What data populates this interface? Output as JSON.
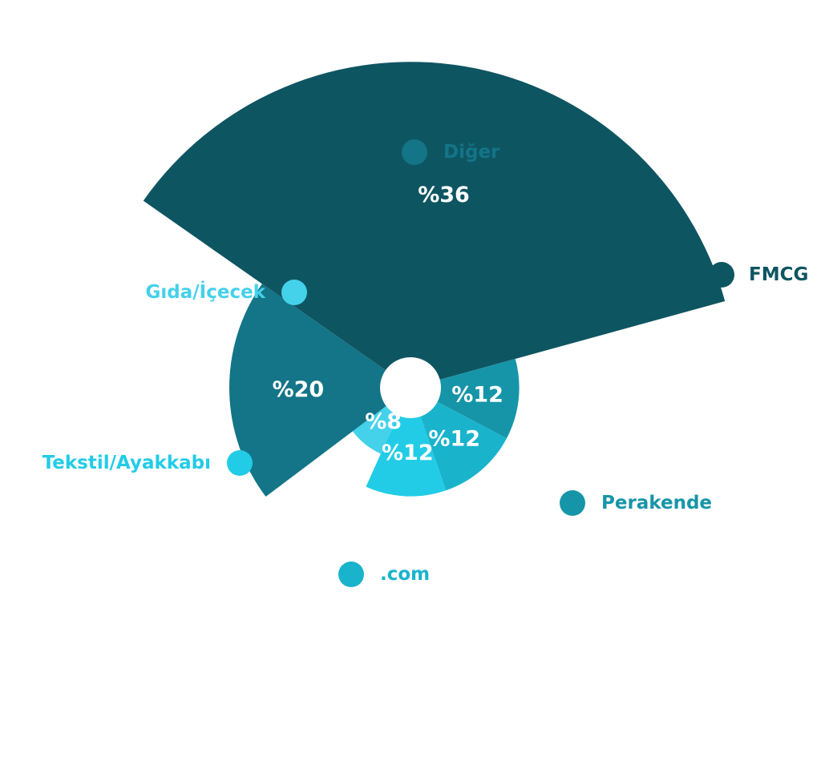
{
  "chart_data": {
    "type": "pie",
    "variant": "polar-area",
    "slices": [
      {
        "name": "FMCG",
        "value": 36,
        "label": "%36",
        "color": "#0E5562"
      },
      {
        "name": "Perakende",
        "value": 12,
        "label": "%12",
        "color": "#1695A8"
      },
      {
        "name": ".com",
        "value": 12,
        "label": "%12",
        "color": "#1AB3CC"
      },
      {
        "name": "Tekstil/Ayakkabı",
        "value": 12,
        "label": "%12",
        "color": "#22CCE6"
      },
      {
        "name": "Gıda/İçecek",
        "value": 8,
        "label": "%8",
        "color": "#44D1EA"
      },
      {
        "name": "Diğer",
        "value": 20,
        "label": "%20",
        "color": "#137587"
      }
    ],
    "legend_placement": "around"
  }
}
